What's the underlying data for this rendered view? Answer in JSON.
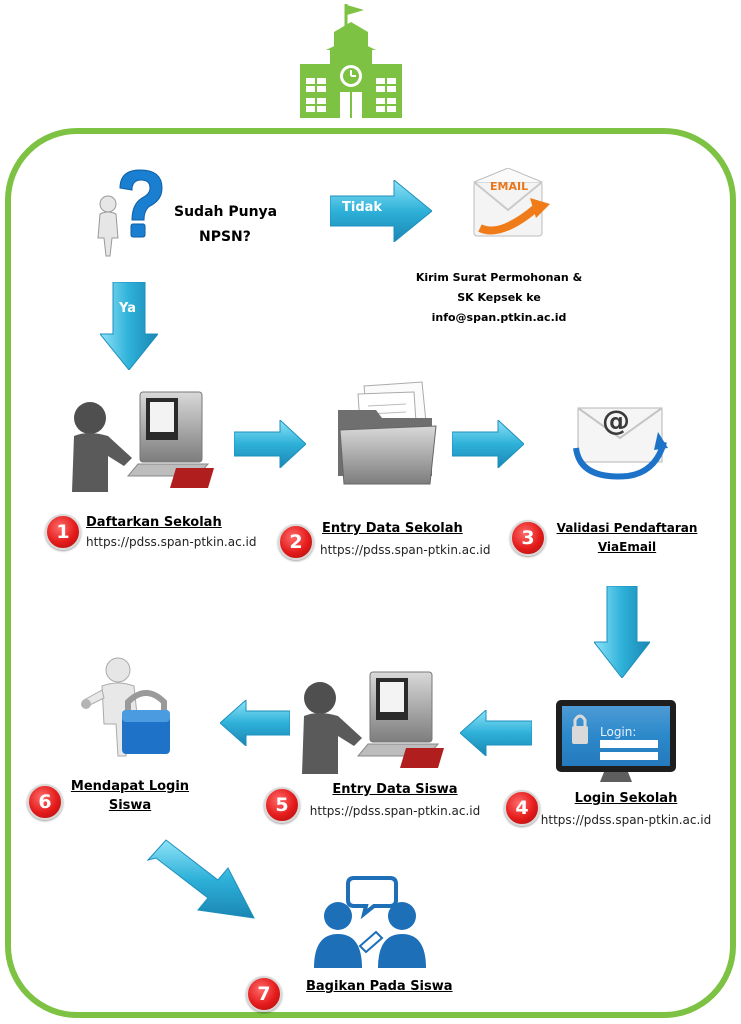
{
  "question": {
    "line1": "Sudah Punya",
    "line2": "NPSN?"
  },
  "branches": {
    "no": "Tidak",
    "yes": "Ya"
  },
  "email_icon_text": "EMAIL",
  "email_note": {
    "line1": "Kirim Surat Permohonan &",
    "line2": "SK Kepsek ke",
    "line3": "info@span.ptkin.ac.id"
  },
  "login_screen_text": "Login:",
  "steps": [
    {
      "number": "1",
      "title": "Daftarkan Sekolah",
      "url": "https://pdss.span-ptkin.ac.id"
    },
    {
      "number": "2",
      "title": "Entry Data Sekolah",
      "url": "https://pdss.span-ptkin.ac.id"
    },
    {
      "number": "3",
      "title_line1": "Validasi Pendaftaran",
      "title_line2": "ViaEmail"
    },
    {
      "number": "4",
      "title": "Login Sekolah",
      "url": "https://pdss.span-ptkin.ac.id"
    },
    {
      "number": "5",
      "title": "Entry Data Siswa",
      "url": "https://pdss.span-ptkin.ac.id"
    },
    {
      "number": "6",
      "title_line1": "Mendapat Login",
      "title_line2": "Siswa"
    },
    {
      "number": "7",
      "title": "Bagikan Pada Siswa"
    }
  ],
  "colors": {
    "frame": "#7dc242",
    "school": "#7dc242",
    "arrow": "#29a6cf",
    "badge": "#e41b1b"
  }
}
